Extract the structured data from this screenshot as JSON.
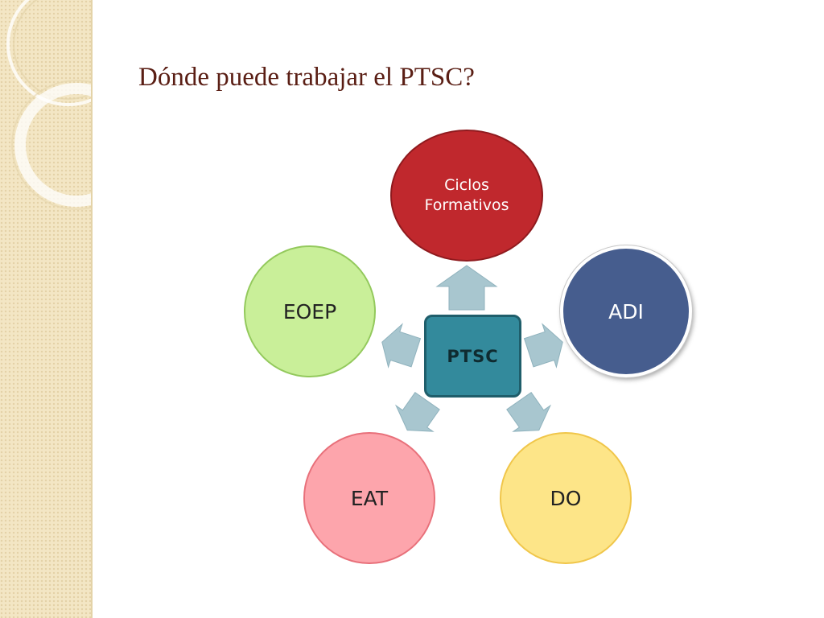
{
  "slide": {
    "title": "Dónde puede trabajar el PTSC?"
  },
  "diagram": {
    "center": {
      "label": "PTSC",
      "color": "#338a9c"
    },
    "nodes": [
      {
        "id": "ciclos",
        "label_line1": "Ciclos",
        "label_line2": "Formativos",
        "color": "#c0282d"
      },
      {
        "id": "adi",
        "label": "ADI",
        "color": "#465d8e"
      },
      {
        "id": "do",
        "label": "DO",
        "color": "#fde588"
      },
      {
        "id": "eat",
        "label": "EAT",
        "color": "#fda5ac"
      },
      {
        "id": "eoep",
        "label": "EOEP",
        "color": "#c9ef99"
      }
    ],
    "arrow_color": "#a8c6cf"
  }
}
